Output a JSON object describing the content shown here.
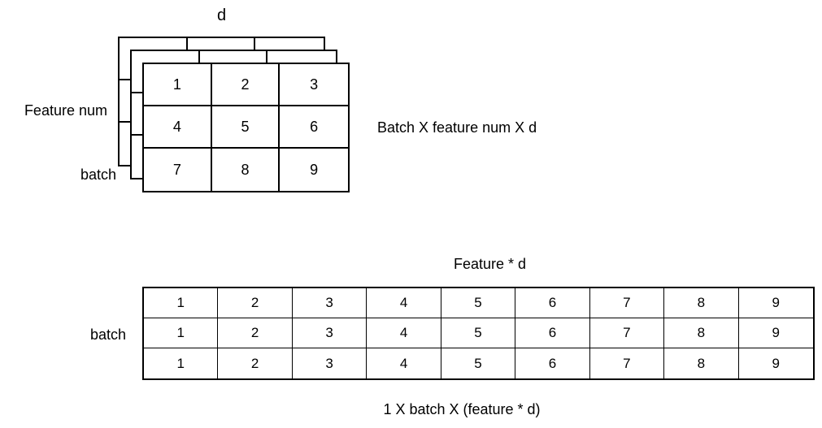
{
  "colors": {
    "background": "#ffffff",
    "line": "#000000",
    "text": "#000000"
  },
  "top_diagram": {
    "dim_top_label": "d",
    "dim_left_label": "Feature num",
    "dim_depth_label": "batch",
    "caption": "Batch X feature num X d",
    "num_layers": 3,
    "front_grid_rows": [
      [
        "1",
        "2",
        "3"
      ],
      [
        "4",
        "5",
        "6"
      ],
      [
        "7",
        "8",
        "9"
      ]
    ]
  },
  "bottom_diagram": {
    "dim_top_label": "Feature * d",
    "dim_left_label": "batch",
    "caption": "1 X batch X (feature * d)",
    "grid_rows": [
      [
        "1",
        "2",
        "3",
        "4",
        "5",
        "6",
        "7",
        "8",
        "9"
      ],
      [
        "1",
        "2",
        "3",
        "4",
        "5",
        "6",
        "7",
        "8",
        "9"
      ],
      [
        "1",
        "2",
        "3",
        "4",
        "5",
        "6",
        "7",
        "8",
        "9"
      ]
    ]
  }
}
